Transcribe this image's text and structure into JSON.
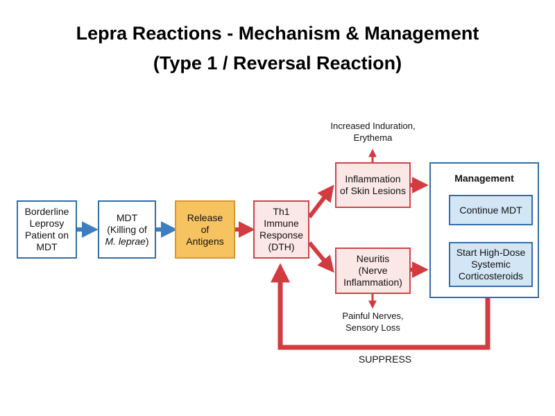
{
  "title": {
    "line1": "Lepra Reactions - Mechanism & Management",
    "line2": "(Type 1 / Reversal Reaction)"
  },
  "nodes": {
    "patient": [
      "Borderline",
      "Leprosy",
      "Patient on",
      "MDT"
    ],
    "mdt": {
      "line1": "MDT",
      "line2": "(Killing of",
      "line3_italic": "M. leprae",
      "line3_end": ")"
    },
    "antigens": [
      "Release",
      "of",
      "Antigens"
    ],
    "th1": [
      "Th1",
      "Immune",
      "Response",
      "(DTH)"
    ],
    "inflammation": [
      "Inflammation",
      "of Skin Lesions"
    ],
    "neuritis": [
      "Neuritis",
      "(Nerve",
      "Inflammation)"
    ]
  },
  "effects": {
    "skin": [
      "Increased Induration,",
      "Erythema"
    ],
    "nerve": [
      "Painful Nerves,",
      "Sensory Loss"
    ]
  },
  "management": {
    "title": "Management",
    "continue": "Continue MDT",
    "steroids": [
      "Start High-Dose",
      "Systemic",
      "Corticosteroids"
    ]
  },
  "feedback_label": "SUPPRESS",
  "colors": {
    "blue_arrow": "#3c7ebf",
    "red_arrow": "#d23b3f",
    "antigen_fill": "#f7c361",
    "red_fill": "#fbe7e6",
    "mgmt_fill": "#d3e6f6"
  }
}
